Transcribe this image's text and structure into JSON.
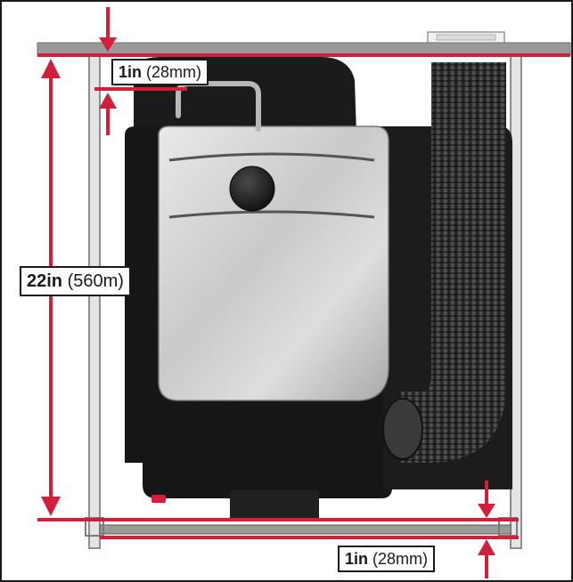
{
  "labels": {
    "top_clearance": {
      "value": "1in",
      "metric": "(28mm)"
    },
    "height": {
      "value": "22in",
      "metric": "(560m)"
    },
    "bottom_clearance": {
      "value": "1in",
      "metric": "(28mm)"
    }
  },
  "colors": {
    "dimension_red": "#d21f3c",
    "frame_gray": "#8e8e8e",
    "unit_black": "#1b1b1b",
    "panel_silver": "#c8c8c8"
  }
}
